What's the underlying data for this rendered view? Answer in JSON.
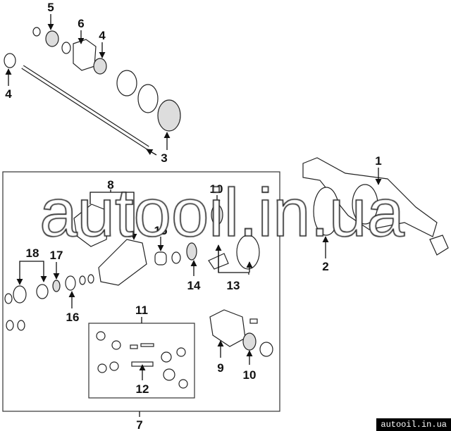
{
  "diagram": {
    "callouts": {
      "c5": "5",
      "c6": "6",
      "c4a": "4",
      "c4b": "4",
      "c3": "3",
      "c1": "1",
      "c2": "2",
      "c8": "8",
      "c10a": "10",
      "c15": "15",
      "c18": "18",
      "c17": "17",
      "c16": "16",
      "c14": "14",
      "c13": "13",
      "c11": "11",
      "c12": "12",
      "c9": "9",
      "c10b": "10",
      "c7": "7"
    }
  },
  "watermark": "autooil.in.ua",
  "footer_text": "autooil.in.ua"
}
